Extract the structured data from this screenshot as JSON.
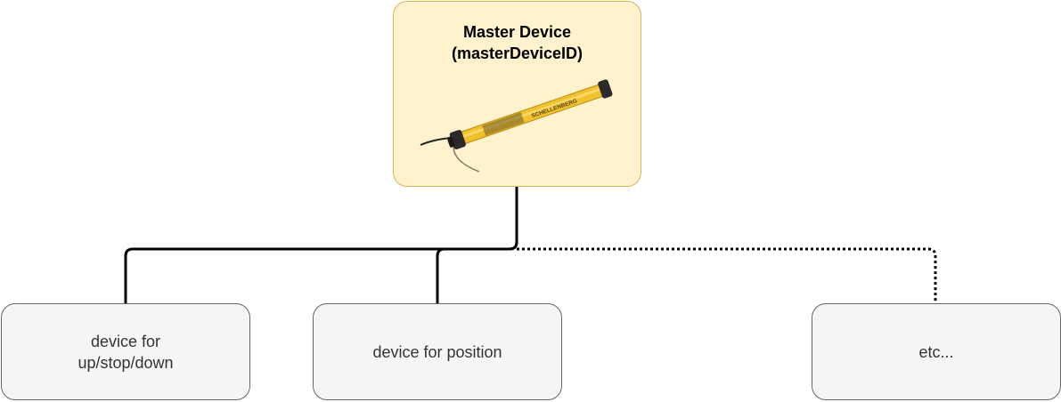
{
  "diagram": {
    "master": {
      "title_line1": "Master Device",
      "title_line2": "(masterDeviceID)",
      "image_brand": "SCHELLENBERG",
      "fill": "#fff2cc",
      "stroke": "#d6b656"
    },
    "children": [
      {
        "label": "device for\nup/stop/down"
      },
      {
        "label": "device for position"
      },
      {
        "label": "etc..."
      }
    ],
    "connector_styles": [
      "solid",
      "solid",
      "dotted"
    ]
  }
}
